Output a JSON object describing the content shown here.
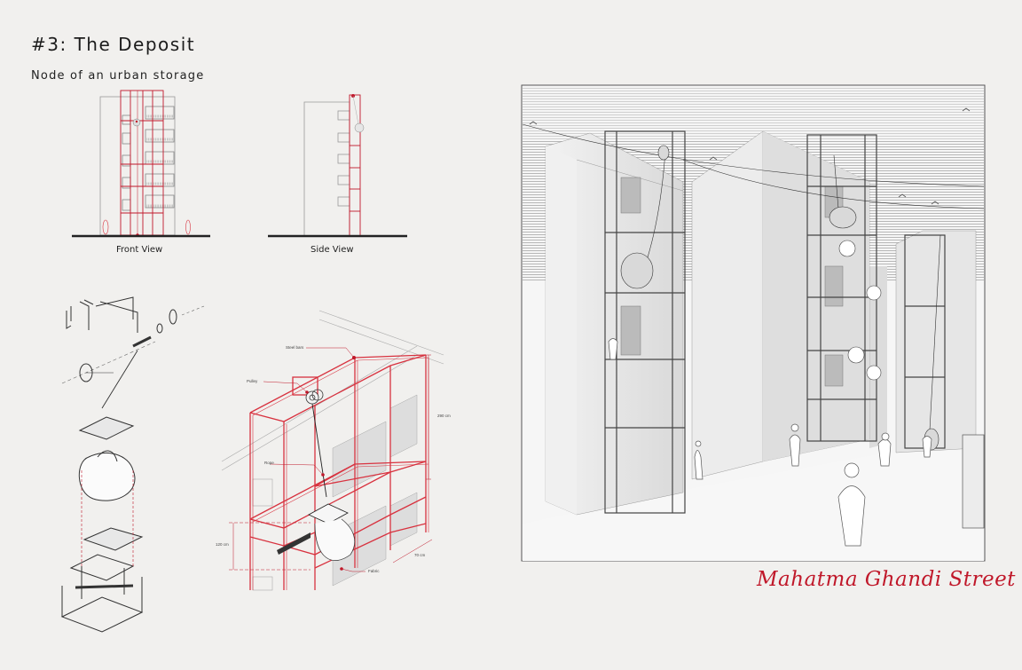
{
  "header": {
    "title": "#3: The Deposit",
    "subtitle": "Node of an urban storage"
  },
  "elevations": {
    "front_label": "Front View",
    "side_label": "Side View"
  },
  "isometric": {
    "labels": {
      "steel_bars": "Steel bars",
      "pulley": "Pulley",
      "rope": "Rope",
      "fabric": "Fabric"
    },
    "dimensions": {
      "height_total": "290 cm",
      "height_lower": "120 cm",
      "depth": "70 cm"
    }
  },
  "render": {
    "caption": "Mahatma Ghandi Street"
  },
  "colors": {
    "accent_red": "#c0182a",
    "line_red": "#d8323f",
    "background": "#f1f0ee"
  }
}
